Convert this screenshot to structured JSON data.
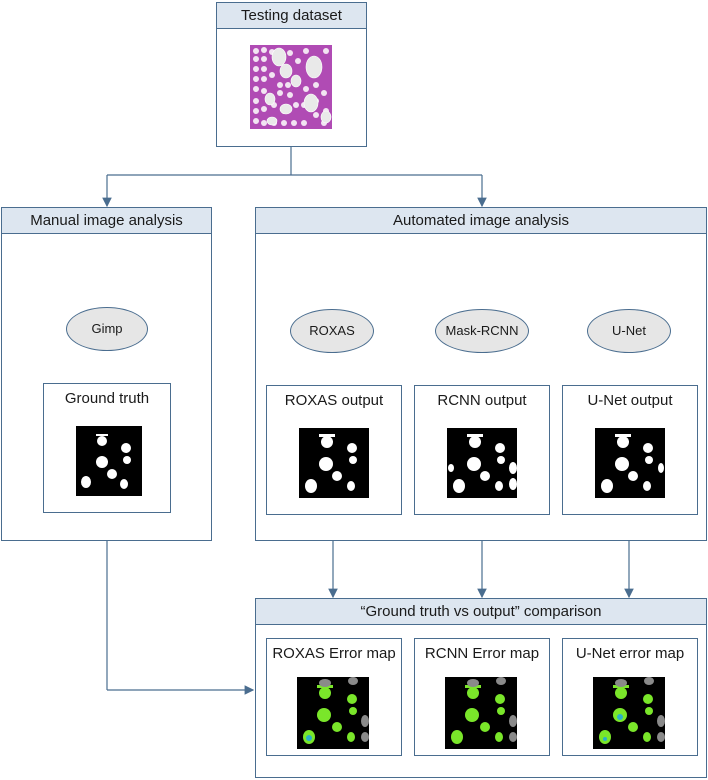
{
  "testing_dataset": {
    "title": "Testing dataset"
  },
  "manual": {
    "title": "Manual image analysis",
    "tool": "Gimp",
    "output": "Ground truth"
  },
  "automated": {
    "title": "Automated image analysis",
    "methods": [
      {
        "name": "ROXAS",
        "output": "ROXAS output"
      },
      {
        "name": "Mask-RCNN",
        "output": "RCNN output"
      },
      {
        "name": "U-Net",
        "output": "U-Net output"
      }
    ]
  },
  "comparison": {
    "title": "“Ground truth vs output” comparison",
    "maps": [
      "ROXAS Error map",
      "RCNN Error map",
      "U-Net error map"
    ]
  },
  "colors": {
    "header_fill": "#dde6f0",
    "border": "#4a6d8f",
    "ellipse_fill": "#e6e6e6",
    "stain": "#b04bb4",
    "error_correct": "#7ae62a",
    "error_missing": "#8a8a8a"
  }
}
